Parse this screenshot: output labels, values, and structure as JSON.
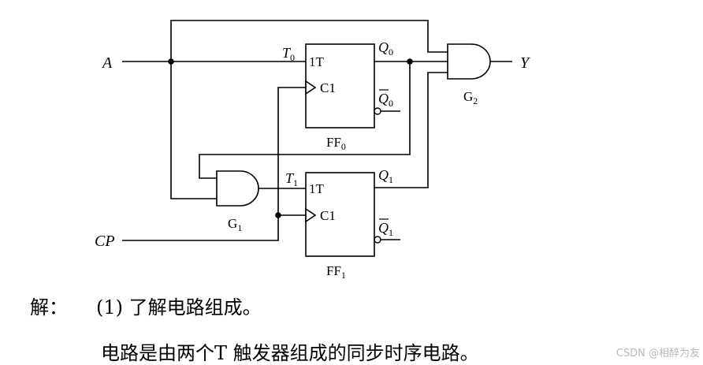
{
  "circuit": {
    "input_a": "A",
    "input_cp": "CP",
    "output_y": "Y",
    "ff0": {
      "name_main": "FF",
      "name_sub": "0",
      "t_pin": "1T",
      "c_pin": "C1",
      "t_label_main": "T",
      "t_label_sub": "0",
      "q_main": "Q",
      "q_sub": "0",
      "qbar_main": "Q",
      "qbar_sub": "0"
    },
    "ff1": {
      "name_main": "FF",
      "name_sub": "1",
      "t_pin": "1T",
      "c_pin": "C1",
      "t_label_main": "T",
      "t_label_sub": "1",
      "q_main": "Q",
      "q_sub": "1",
      "qbar_main": "Q",
      "qbar_sub": "1"
    },
    "g1": {
      "main": "G",
      "sub": "1"
    },
    "g2": {
      "main": "G",
      "sub": "2"
    }
  },
  "solution": {
    "label": "解：",
    "step": "(1) 了解电路组成。",
    "text": "电路是由两个T 触发器组成的同步时序电路。"
  },
  "watermark": "CSDN @相醉为友"
}
